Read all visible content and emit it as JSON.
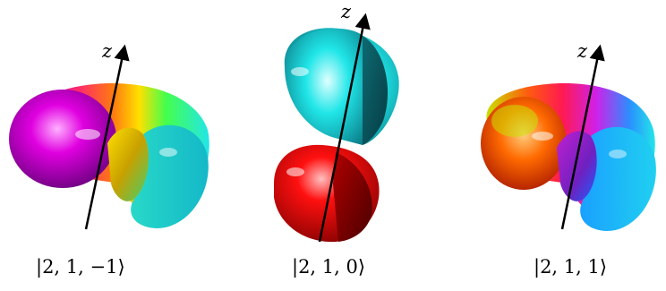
{
  "axis_symbol": "z",
  "states": [
    {
      "label": "|2, 1, −1⟩"
    },
    {
      "label": "|2, 1, 0⟩"
    },
    {
      "label": "|2, 1, 1⟩"
    }
  ]
}
